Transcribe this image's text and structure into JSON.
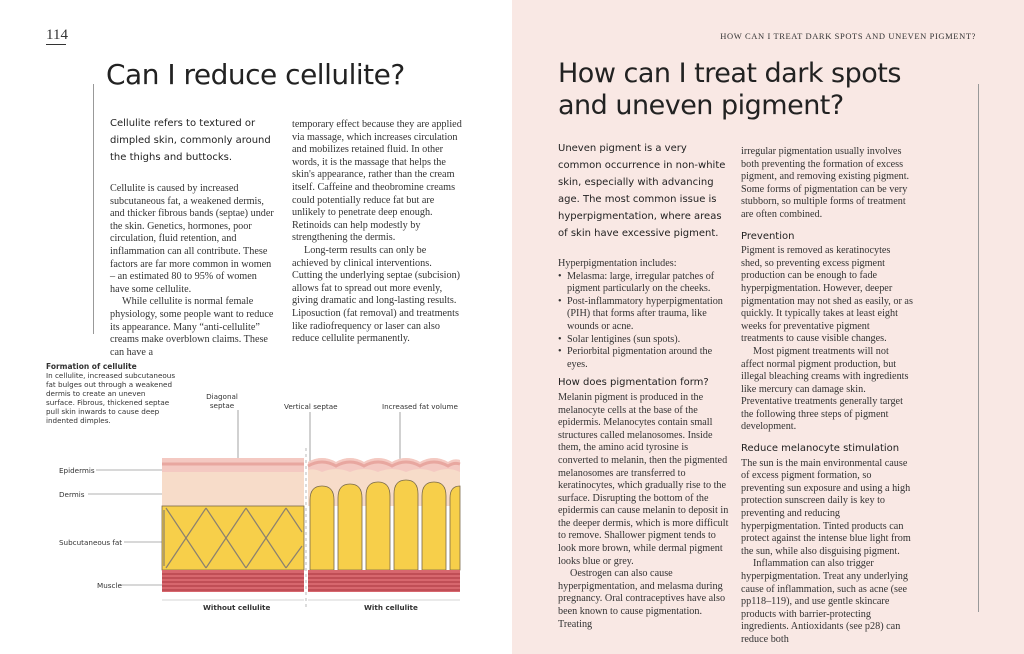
{
  "left_page": {
    "page_number": "114",
    "title": "Can I reduce cellulite?",
    "intro": "Cellulite refers to textured or dimpled skin, commonly around the thighs and buttocks.",
    "col1": [
      "Cellulite is caused by increased subcutaneous fat, a weakened dermis, and thicker fibrous bands (septae) under the skin. Genetics, hormones, poor circulation, fluid retention, and inflammation can all contribute. These factors are far more common in women – an estimated 80 to 95% of women have some cellulite.",
      "While cellulite is normal female physiology, some people want to reduce its appearance. Many “anti-cellulite” creams make overblown claims. These can have a"
    ],
    "col2": [
      "temporary effect because they are applied via massage, which increases circulation and mobilizes retained fluid. In other words, it is the massage that helps the skin's appearance, rather than the cream itself. Caffeine and theobromine creams could potentially reduce fat but are unlikely to penetrate deep enough. Retinoids can help modestly by strengthening the dermis.",
      "Long-term results can only be achieved by clinical interventions. Cutting the underlying septae (subcision) allows fat to spread out more evenly, giving dramatic and long-lasting results. Liposuction (fat removal) and treatments like radiofrequency or laser can also reduce cellulite permanently."
    ],
    "figure": {
      "title": "Formation of cellulite",
      "caption": "In cellulite, increased subcutaneous fat bulges out through a weakened dermis to create an uneven surface. Fibrous, thickened septae pull skin inwards to cause deep indented dimples.",
      "labels": {
        "diagonal": "Diagonal septae",
        "vertical": "Vertical septae",
        "fat_volume": "Increased fat volume",
        "epidermis": "Epidermis",
        "dermis": "Dermis",
        "subcutaneous": "Subcutaneous fat",
        "muscle": "Muscle",
        "without": "Without cellulite",
        "with": "With cellulite"
      },
      "colors": {
        "epidermis": "#f4c9c2",
        "epidermis_line": "#e8a7a0",
        "dermis": "#f7dcc9",
        "fat": "#f7cf4a",
        "fat_outline": "#7a6a4a",
        "muscle": "#c9525a"
      }
    }
  },
  "right_page": {
    "running_head": "HOW CAN I TREAT DARK SPOTS AND UNEVEN PIGMENT?",
    "title": "How can I treat dark spots and uneven pigment?",
    "intro": "Uneven pigment is a very common occurrence in non-white skin, especially with advancing age. The most common issue is hyperpigmentation, where areas of skin have excessive pigment.",
    "col1": {
      "list_intro": "Hyperpigmentation includes:",
      "bullets": [
        "Melasma: large, irregular patches of pigment particularly on the cheeks.",
        "Post-inflammatory hyperpigmentation (PIH) that forms after trauma, like wounds or acne.",
        "Solar lentigines (sun spots).",
        "Periorbital pigmentation around the eyes."
      ],
      "subhead": "How does pigmentation form?",
      "paragraphs": [
        "Melanin pigment is produced in the melanocyte cells at the base of the epidermis. Melanocytes contain small structures called melanosomes. Inside them, the amino acid tyrosine is converted to melanin, then the pigmented melanosomes are transferred to keratinocytes, which gradually rise to the surface. Disrupting the bottom of the epidermis can cause melanin to deposit in the deeper dermis, which is more difficult to remove. Shallower pigment tends to look more brown, while dermal pigment looks blue or grey.",
        "Oestrogen can also cause hyperpigmentation, and melasma during pregnancy. Oral contraceptives have also been known to cause pigmentation. Treating"
      ]
    },
    "col2": {
      "lead": "irregular pigmentation usually involves both preventing the formation of excess pigment, and removing existing pigment. Some forms of pigmentation can be very stubborn, so multiple forms of treatment are often combined.",
      "subhead1": "Prevention",
      "prevention": [
        "Pigment is removed as keratinocytes shed, so preventing excess pigment production can be enough to fade hyperpigmentation. However, deeper pigmentation may not shed as easily, or as quickly. It typically takes at least eight weeks for preventative pigment treatments to cause visible changes.",
        "Most pigment treatments will not affect normal pigment production, but illegal bleaching creams with ingredients like mercury can damage skin. Preventative treatments generally target the following three steps of pigment development."
      ],
      "subhead2": "Reduce melanocyte stimulation",
      "reduce": [
        "The sun is the main environmental cause of excess pigment formation, so preventing sun exposure and using a high protection sunscreen daily is key to preventing and reducing hyperpigmentation. Tinted products can protect against the intense blue light from the sun, while also disguising pigment.",
        "Inflammation can also trigger hyperpigmentation. Treat any underlying cause of inflammation, such as acne (see pp118–119), and use gentle skincare products with barrier-protecting ingredients. Antioxidants (see p28) can reduce both"
      ]
    }
  }
}
